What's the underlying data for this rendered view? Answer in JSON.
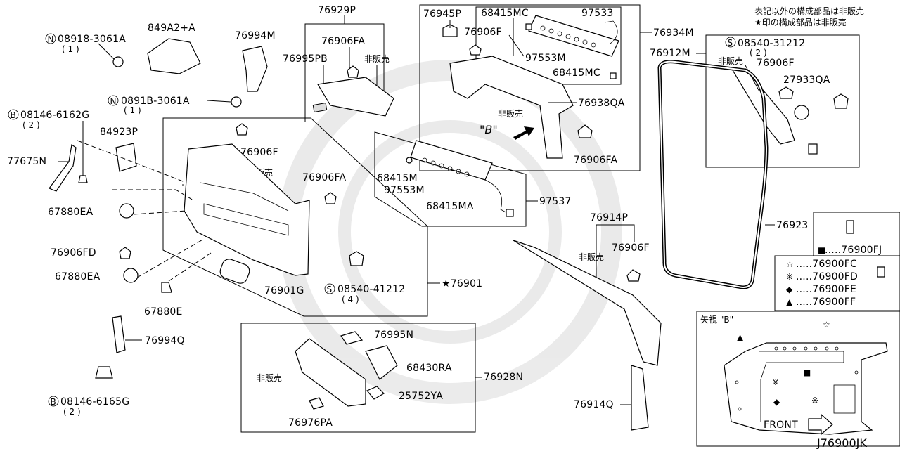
{
  "notes": {
    "line1": "表記以外の構成部品は非販売",
    "line2": "★印の構成部品は非販売"
  },
  "parts": {
    "p76929P": "76929P",
    "p76906FA_top": "76906FA",
    "p76995PB": "76995PB",
    "p76945P": "76945P",
    "p68415MC_a": "68415MC",
    "p97533": "97533",
    "p76934M": "76934M",
    "p76906F_b": "76906F",
    "p97553M_a": "97553M",
    "p68415MC_b": "68415MC",
    "p76938QA": "76938QA",
    "p76906FA_b": "76906FA",
    "p76912M": "76912M",
    "p08540_31212": "08540-31212",
    "p08540_31212_qty": "( 2 )",
    "p76906F_r": "76906F",
    "p27933QA": "27933QA",
    "p849A2A": "849A2+A",
    "p08918_3061A": "08918-3061A",
    "p08918_3061A_qty": "( 1 )",
    "p76994M": "76994M",
    "p0891B_3061A": "0891B-3061A",
    "p0891B_3061A_qty": "( 1 )",
    "p08146_6162G": "08146-6162G",
    "p08146_6162G_qty": "( 2 )",
    "p84923P": "84923P",
    "p77675N": "77675N",
    "p76906F_c": "76906F",
    "p76906FA_c": "76906FA",
    "p67880EA_a": "67880EA",
    "p76906FD": "76906FD",
    "p67880EA_b": "67880EA",
    "p67880E": "67880E",
    "p76901G": "76901G",
    "p08540_41212": "08540-41212",
    "p08540_41212_qty": "( 4 )",
    "p76901": "★76901",
    "p68415M": "68415M",
    "p97553M_b": "97553M",
    "p68415MA": "68415MA",
    "p97537": "97537",
    "p76994Q": "76994Q",
    "p08146_6165G": "08146-6165G",
    "p08146_6165G_qty": "( 2 )",
    "p76995N": "76995N",
    "p68430RA": "68430RA",
    "p76928N": "76928N",
    "p25752YA": "25752YA",
    "p76976PA": "76976PA",
    "p76914P": "76914P",
    "p76906F_d": "76906F",
    "p76914Q": "76914Q",
    "p76923": "76923"
  },
  "labels": {
    "hihanbai_1": "非販売",
    "hihanbai_2": "非販売",
    "hihanbai_3": "非販売",
    "hihanbai_4": "非販売",
    "hihanbai_5": "非販売",
    "hihanbai_6": "非販売",
    "view_b_arrow": "\"B\"",
    "view_b_title": "矢視 \"B\"",
    "front": "FRONT",
    "drawing_no": "J76900JK"
  },
  "circle_letters": {
    "n": "N",
    "s": "S",
    "b": "B"
  },
  "legend": [
    {
      "symbol": "■",
      "code": ".....76900FJ"
    },
    {
      "symbol": "☆",
      "code": ".....76900FC"
    },
    {
      "symbol": "※",
      "code": ".....76900FD"
    },
    {
      "symbol": "◆",
      "code": ".....76900FE"
    },
    {
      "symbol": "▲",
      "code": ".....76900FF"
    }
  ]
}
